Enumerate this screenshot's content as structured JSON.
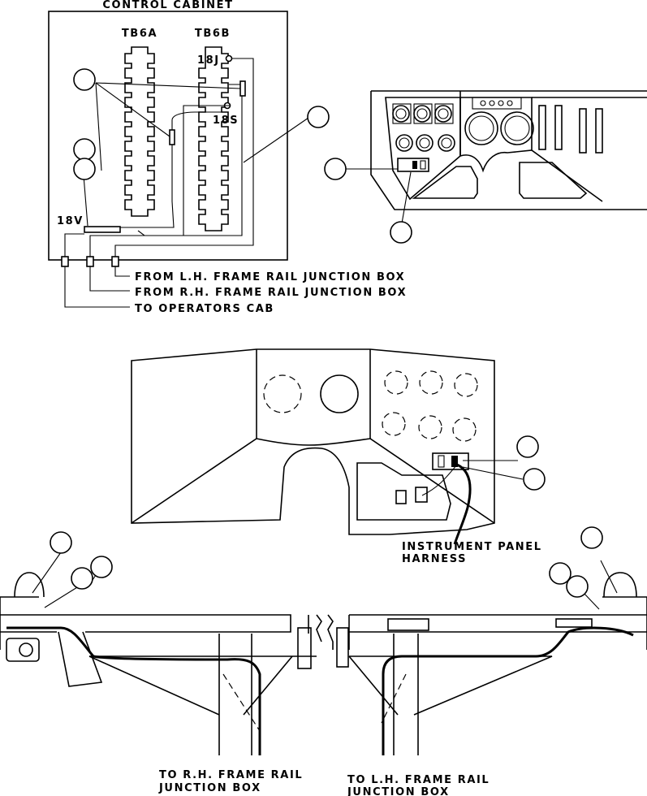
{
  "labels": {
    "control_cabinet": "CONTROL CABINET",
    "tb6a": "TB6A",
    "tb6b": "TB6B",
    "t18j": "18J",
    "t18s": "18S",
    "t18v": "18V",
    "from_lh": "FROM L.H. FRAME RAIL JUNCTION BOX",
    "from_rh": "FROM R.H. FRAME RAIL JUNCTION BOX",
    "to_cab": "TO OPERATORS CAB",
    "harness_1": "INSTRUMENT PANEL",
    "harness_2": "HARNESS",
    "rh_box_1": "TO R.H. FRAME RAIL",
    "rh_box_2": "JUNCTION BOX",
    "lh_box_1": "TO L.H. FRAME RAIL",
    "lh_box_2": "JUNCTION BOX"
  }
}
